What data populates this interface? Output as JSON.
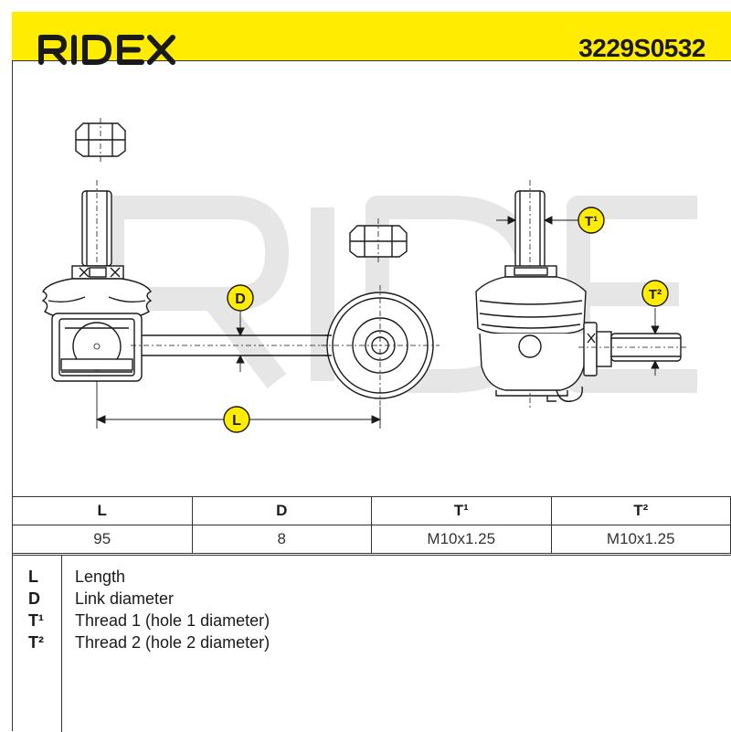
{
  "header": {
    "brand": "RIDEX",
    "part_number": "3229S0532"
  },
  "colors": {
    "header_bg": "#ffec00",
    "badge_bg": "#ffec00",
    "line": "#1a1a1a"
  },
  "drawing": {
    "watermark": "RIDEX",
    "labels": {
      "d": "D",
      "l": "L",
      "t1": "T¹",
      "t2": "T²"
    }
  },
  "spec_table": {
    "headers": [
      "L",
      "D",
      "T¹",
      "T²"
    ],
    "values": [
      "95",
      "8",
      "M10x1.25",
      "M10x1.25"
    ]
  },
  "legend": [
    {
      "key": "L",
      "text": "Length"
    },
    {
      "key": "D",
      "text": "Link diameter"
    },
    {
      "key": "T¹",
      "text": "Thread 1 (hole 1 diameter)"
    },
    {
      "key": "T²",
      "text": "Thread 2 (hole 2 diameter)"
    }
  ]
}
